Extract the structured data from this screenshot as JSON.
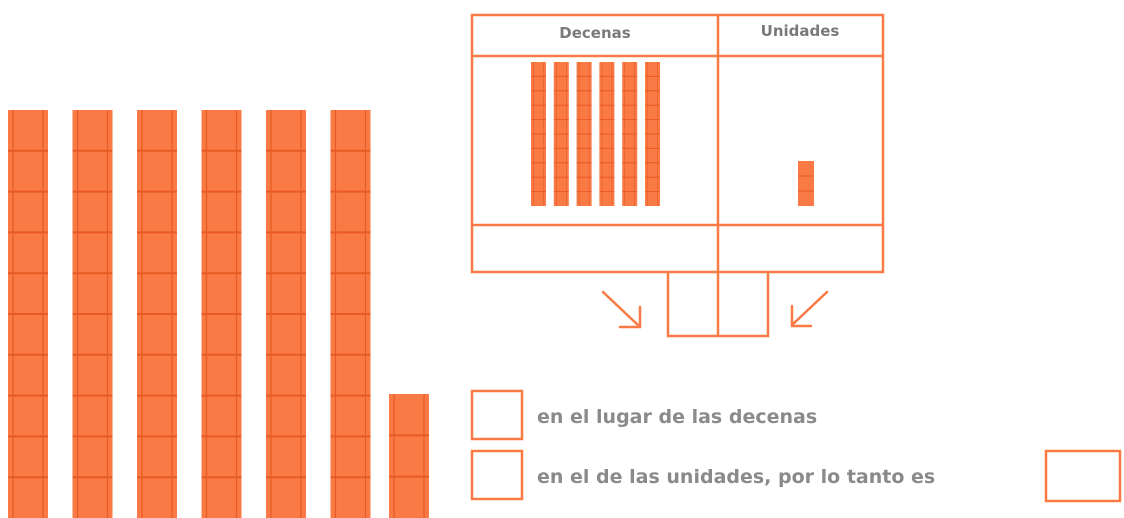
{
  "colors": {
    "accent": "#F97A45",
    "accent_dark": "#E85A23",
    "text": "#8a8a8a"
  },
  "blocks": {
    "tens_rods": 6,
    "units_cubes": 1
  },
  "place_value_chart": {
    "tens_header": "Decenas",
    "units_header": "Unidades",
    "tens_rods": 6,
    "units_cubes": 1,
    "tens_answer": "",
    "units_answer": ""
  },
  "statements": {
    "line1": "en el lugar de las decenas",
    "line2": "en el  de las unidades, por lo tanto es",
    "answer1": "",
    "answer2": "",
    "answer3": ""
  }
}
